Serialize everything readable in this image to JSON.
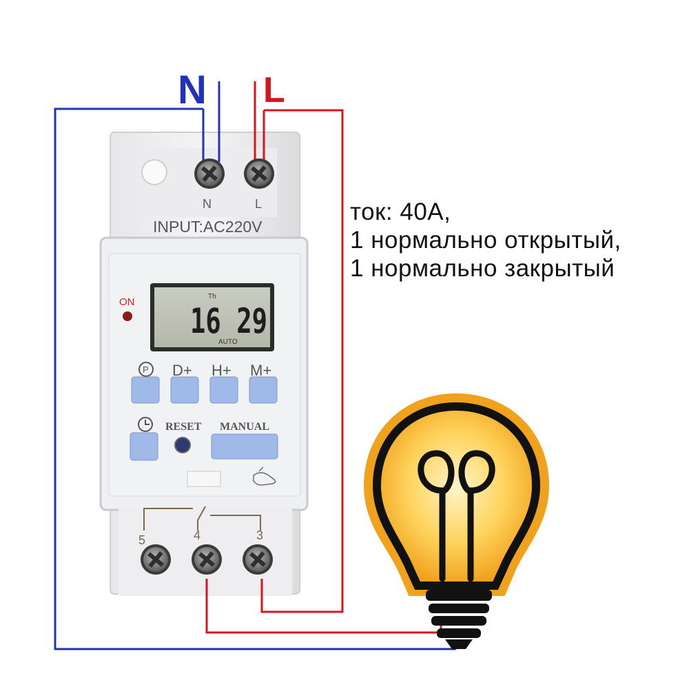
{
  "wiring": {
    "neutral_label": "N",
    "live_label": "L",
    "neutral_color": "#1f33b8",
    "live_color": "#d9141c"
  },
  "device": {
    "terminal_top_n": "N",
    "terminal_top_l": "L",
    "input_label": "INPUT:AC220V",
    "power_led_label": "ON",
    "display": {
      "time": "16 29",
      "day_marker": "Th",
      "mode": "AUTO"
    },
    "buttons": {
      "program_icon": "P",
      "day_plus": "D+",
      "hour_plus": "H+",
      "minute_plus": "M+",
      "reset": "RESET",
      "manual": "MANUAL"
    },
    "terminal_numbers": [
      "5",
      "4",
      "3"
    ],
    "accent_button_color": "#9fb9e8"
  },
  "spec_text": [
    "ток: 40А,",
    "1 нормально открытый,",
    "1 нормально закрытый"
  ],
  "icons": [
    "clock-icon",
    "light-bulb-icon",
    "hand-icon",
    "screw-terminal-icon"
  ]
}
